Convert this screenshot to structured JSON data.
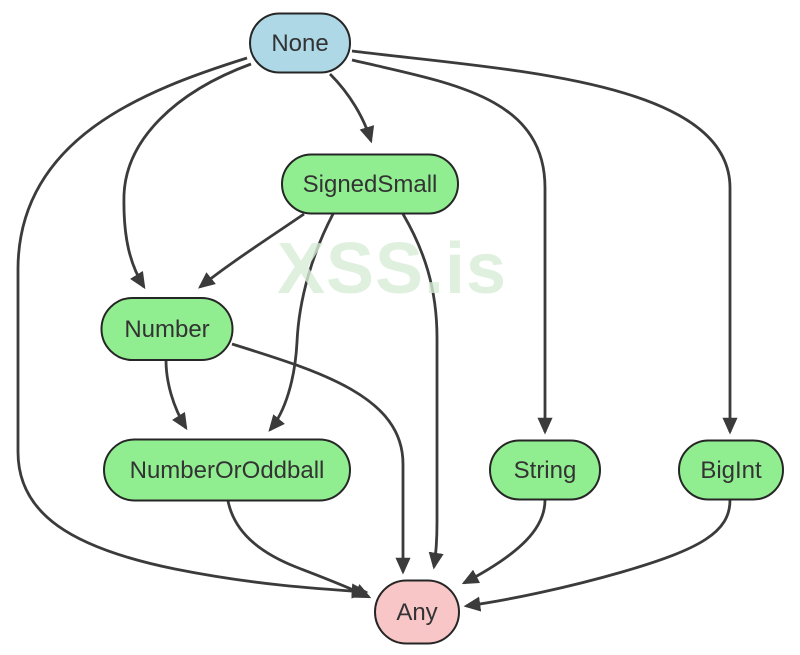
{
  "page": {
    "background_color": "#ffffff"
  },
  "watermark": {
    "text": "XSS.is",
    "color": "#d7ecd7"
  },
  "diagram": {
    "type": "directed-graph",
    "edge_color": "#3b3b3b",
    "node_border_color": "#262626",
    "node_text_color": "#333333",
    "nodes": [
      {
        "id": "none",
        "label": "None",
        "fill": "#aed8e6"
      },
      {
        "id": "signedsmall",
        "label": "SignedSmall",
        "fill": "#90ee90"
      },
      {
        "id": "number",
        "label": "Number",
        "fill": "#90ee90"
      },
      {
        "id": "numberoroddball",
        "label": "NumberOrOddball",
        "fill": "#90ee90"
      },
      {
        "id": "string",
        "label": "String",
        "fill": "#90ee90"
      },
      {
        "id": "bigint",
        "label": "BigInt",
        "fill": "#90ee90"
      },
      {
        "id": "any",
        "label": "Any",
        "fill": "#f9c6c8"
      }
    ],
    "edges": [
      {
        "from": "none",
        "to": "signedsmall"
      },
      {
        "from": "none",
        "to": "number"
      },
      {
        "from": "none",
        "to": "string"
      },
      {
        "from": "none",
        "to": "bigint"
      },
      {
        "from": "none",
        "to": "any"
      },
      {
        "from": "signedsmall",
        "to": "number"
      },
      {
        "from": "signedsmall",
        "to": "numberoroddball"
      },
      {
        "from": "signedsmall",
        "to": "any"
      },
      {
        "from": "number",
        "to": "numberoroddball"
      },
      {
        "from": "number",
        "to": "any"
      },
      {
        "from": "numberoroddball",
        "to": "any"
      },
      {
        "from": "string",
        "to": "any"
      },
      {
        "from": "bigint",
        "to": "any"
      }
    ]
  }
}
